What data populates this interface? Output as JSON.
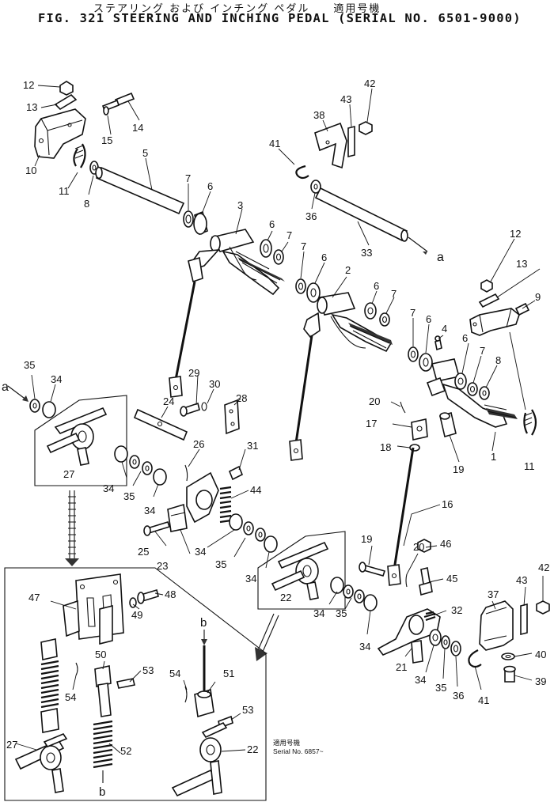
{
  "header": {
    "title_jp": "ステアリング および インチング ペダル　　適用号機",
    "title": "FIG. 321  STEERING AND INCHING PEDAL (SERIAL NO. 6501-9000)"
  },
  "note": {
    "line1": "適用号機",
    "line2": "Serial No. 6857~"
  },
  "callouts": [
    {
      "id": "c12a",
      "text": "12"
    },
    {
      "id": "c13a",
      "text": "13"
    },
    {
      "id": "c14",
      "text": "14"
    },
    {
      "id": "c15",
      "text": "15"
    },
    {
      "id": "c10",
      "text": "10"
    },
    {
      "id": "c11a",
      "text": "11"
    },
    {
      "id": "c8a",
      "text": "8"
    },
    {
      "id": "c5",
      "text": "5"
    },
    {
      "id": "c7a",
      "text": "7"
    },
    {
      "id": "c6a",
      "text": "6"
    },
    {
      "id": "c3",
      "text": "3"
    },
    {
      "id": "c6b",
      "text": "6"
    },
    {
      "id": "c7b",
      "text": "7"
    },
    {
      "id": "c42a",
      "text": "42"
    },
    {
      "id": "c43a",
      "text": "43"
    },
    {
      "id": "c38",
      "text": "38"
    },
    {
      "id": "c41a",
      "text": "41"
    },
    {
      "id": "c36a",
      "text": "36"
    },
    {
      "id": "c33",
      "text": "33"
    },
    {
      "id": "ca1",
      "text": "a"
    },
    {
      "id": "c7c",
      "text": "7"
    },
    {
      "id": "c6c",
      "text": "6"
    },
    {
      "id": "c2",
      "text": "2"
    },
    {
      "id": "c6d",
      "text": "6"
    },
    {
      "id": "c7d",
      "text": "7"
    },
    {
      "id": "c12b",
      "text": "12"
    },
    {
      "id": "c13b",
      "text": "13"
    },
    {
      "id": "c9",
      "text": "9"
    },
    {
      "id": "c7e",
      "text": "7"
    },
    {
      "id": "c6e",
      "text": "6"
    },
    {
      "id": "c4",
      "text": "4"
    },
    {
      "id": "c6f",
      "text": "6"
    },
    {
      "id": "c7f",
      "text": "7"
    },
    {
      "id": "c8b",
      "text": "8"
    },
    {
      "id": "c1",
      "text": "1"
    },
    {
      "id": "c11b",
      "text": "11"
    },
    {
      "id": "c35a",
      "text": "35"
    },
    {
      "id": "c34a",
      "text": "34"
    },
    {
      "id": "ca2",
      "text": "a"
    },
    {
      "id": "c27a",
      "text": "27"
    },
    {
      "id": "c29",
      "text": "29"
    },
    {
      "id": "c30",
      "text": "30"
    },
    {
      "id": "c28",
      "text": "28"
    },
    {
      "id": "c24",
      "text": "24"
    },
    {
      "id": "c20a",
      "text": "20"
    },
    {
      "id": "c17",
      "text": "17"
    },
    {
      "id": "c18",
      "text": "18"
    },
    {
      "id": "c19a",
      "text": "19"
    },
    {
      "id": "c26",
      "text": "26"
    },
    {
      "id": "c31",
      "text": "31"
    },
    {
      "id": "c44",
      "text": "44"
    },
    {
      "id": "c34b",
      "text": "34"
    },
    {
      "id": "c35b",
      "text": "35"
    },
    {
      "id": "c34c",
      "text": "34"
    },
    {
      "id": "c25",
      "text": "25"
    },
    {
      "id": "c23",
      "text": "23"
    },
    {
      "id": "c34d",
      "text": "34"
    },
    {
      "id": "c35c",
      "text": "35"
    },
    {
      "id": "c34e",
      "text": "34"
    },
    {
      "id": "c16",
      "text": "16"
    },
    {
      "id": "c19b",
      "text": "19"
    },
    {
      "id": "c20b",
      "text": "20"
    },
    {
      "id": "c46",
      "text": "46"
    },
    {
      "id": "c45",
      "text": "45"
    },
    {
      "id": "c22a",
      "text": "22"
    },
    {
      "id": "c34f",
      "text": "34"
    },
    {
      "id": "c35d",
      "text": "35"
    },
    {
      "id": "c34g",
      "text": "34"
    },
    {
      "id": "c32",
      "text": "32"
    },
    {
      "id": "c21",
      "text": "21"
    },
    {
      "id": "c34h",
      "text": "34"
    },
    {
      "id": "c35e",
      "text": "35"
    },
    {
      "id": "c36b",
      "text": "36"
    },
    {
      "id": "c41b",
      "text": "41"
    },
    {
      "id": "c37",
      "text": "37"
    },
    {
      "id": "c43b",
      "text": "43"
    },
    {
      "id": "c42b",
      "text": "42"
    },
    {
      "id": "c40",
      "text": "40"
    },
    {
      "id": "c39",
      "text": "39"
    },
    {
      "id": "c47",
      "text": "47"
    },
    {
      "id": "c48",
      "text": "48"
    },
    {
      "id": "c49",
      "text": "49"
    },
    {
      "id": "c50",
      "text": "50"
    },
    {
      "id": "c53a",
      "text": "53"
    },
    {
      "id": "c54a",
      "text": "54"
    },
    {
      "id": "cb1",
      "text": "b"
    },
    {
      "id": "c54b",
      "text": "54"
    },
    {
      "id": "c51",
      "text": "51"
    },
    {
      "id": "c53b",
      "text": "53"
    },
    {
      "id": "c52",
      "text": "52"
    },
    {
      "id": "c27b",
      "text": "27"
    },
    {
      "id": "cb2",
      "text": "b"
    },
    {
      "id": "c22b",
      "text": "22"
    }
  ]
}
